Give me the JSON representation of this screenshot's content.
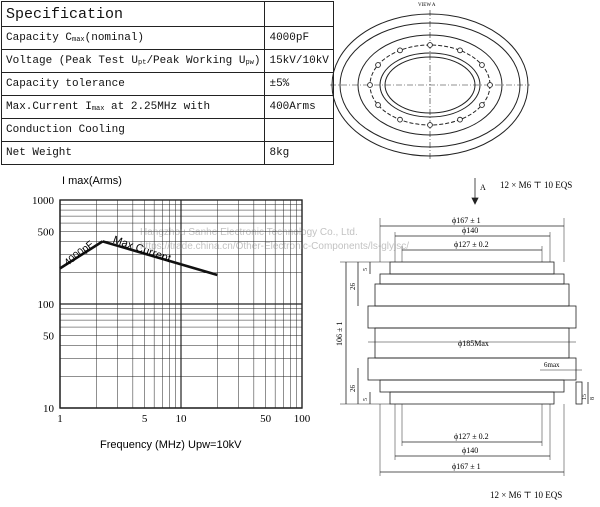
{
  "spec": {
    "title": "Specification",
    "rows": [
      {
        "label_pre": "Capacity C",
        "label_sub": "max",
        "label_post": "(nominal)",
        "value": "4000pF"
      },
      {
        "label_pre": "Voltage (Peak Test U",
        "label_sub": "pt",
        "label_post": "/Peak Working U",
        "label_sub2": "pw",
        "label_post2": ")",
        "value": "15kV/10kV"
      },
      {
        "label_pre": "Capacity tolerance",
        "value": "±5%"
      },
      {
        "label_pre": "Max.Current I",
        "label_sub": "max",
        "label_post": " at 2.25MHz with",
        "value": "400Arms"
      },
      {
        "label_pre": "Conduction Cooling",
        "value": ""
      },
      {
        "label_pre": "Net Weight",
        "value": "8kg"
      }
    ]
  },
  "chart_data": {
    "type": "line",
    "ylabel": "I max(Arms)",
    "xlabel": "Frequency (MHz) Upw=10kV",
    "x_scale": "log",
    "y_scale": "log",
    "xlim": [
      1,
      100
    ],
    "ylim": [
      10,
      1000
    ],
    "x_ticks": [
      1,
      5,
      10,
      50,
      100
    ],
    "x_tick_labels": [
      "1",
      "5",
      "10",
      "50",
      "100"
    ],
    "y_ticks": [
      10,
      50,
      100,
      500,
      1000
    ],
    "y_tick_labels": [
      "10",
      "50",
      "100",
      "500",
      "1000"
    ],
    "grid": true,
    "series": [
      {
        "name": "4000pF",
        "x": [
          1.0,
          2.25
        ],
        "y": [
          220,
          400
        ]
      },
      {
        "name": "Max Current",
        "x": [
          2.25,
          20
        ],
        "y": [
          400,
          190
        ]
      }
    ],
    "annotations": [
      "4000pF",
      "Max Current"
    ]
  },
  "drawing": {
    "view_label": "VIEW A",
    "arrow_label": "A",
    "thread_top": "12 × M6",
    "depth_top": "10",
    "eqs_top": "EQS",
    "thread_bottom": "12 × M6",
    "depth_bottom": "10",
    "eqs_bottom": "EQS",
    "dim_167_top": "ϕ167 ± 1",
    "dim_140_top": "ϕ140",
    "dim_127_top": "ϕ127 ± 0.2",
    "dim_185": "ϕ185Max",
    "dim_127_bottom": "ϕ127 ± 0.2",
    "dim_140_bottom": "ϕ140",
    "dim_167_bottom": "ϕ167 ± 1",
    "dim_height": "106 ± 1",
    "dim_26_top": "26",
    "dim_26_bottom": "26",
    "dim_5_top": "5",
    "dim_5_bottom": "5",
    "dim_6max": "6max",
    "dim_15": "15",
    "dim_8": "8"
  },
  "watermark": {
    "line1": "Hangzhou Sanhe Electronic Technology Co., Ltd.",
    "line2": "https://trade.china.cn/Other-Electronic-Components/ls-glyjsc/"
  }
}
